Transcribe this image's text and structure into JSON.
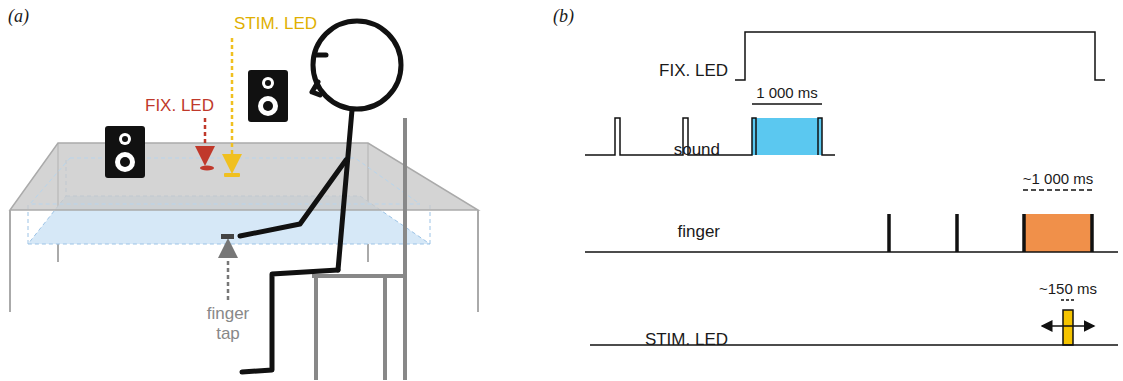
{
  "diagram": {
    "labels": [
      "(a)",
      "FIX. LED",
      "STIM. LED",
      "finger tap",
      "(b)",
      "FIX. LED",
      "sound",
      "finger",
      "STIM. LED",
      "1 000 ms",
      "~1 000 ms",
      "~150 ms"
    ]
  }
}
